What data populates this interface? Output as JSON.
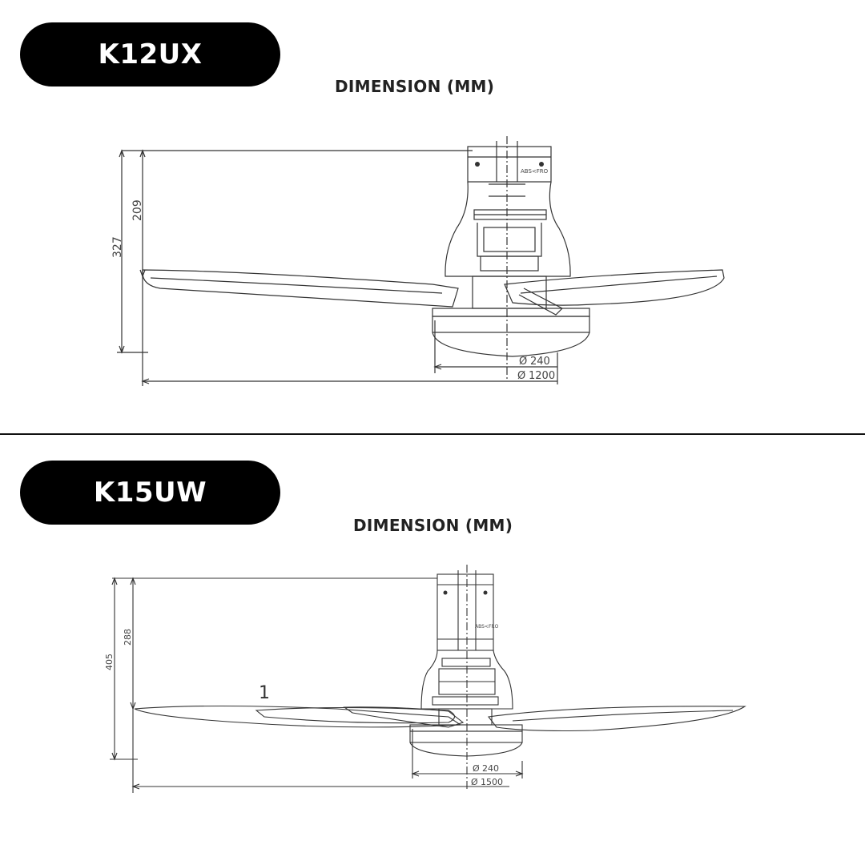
{
  "models": [
    {
      "name": "K12UX",
      "dimension_title": "DIMENSION (MM)",
      "height_total": "327",
      "height_body": "209",
      "light_diameter": "240",
      "span_diameter": "1200",
      "diameter_symbol": "Ø",
      "motor_label": "ABS<FRO"
    },
    {
      "name": "K15UW",
      "dimension_title": "DIMENSION (MM)",
      "height_total": "405",
      "height_body": "288",
      "light_diameter": "240",
      "span_diameter": "1500",
      "diameter_symbol": "Ø",
      "motor_label": "ABS<FRO",
      "callout": "1"
    }
  ]
}
